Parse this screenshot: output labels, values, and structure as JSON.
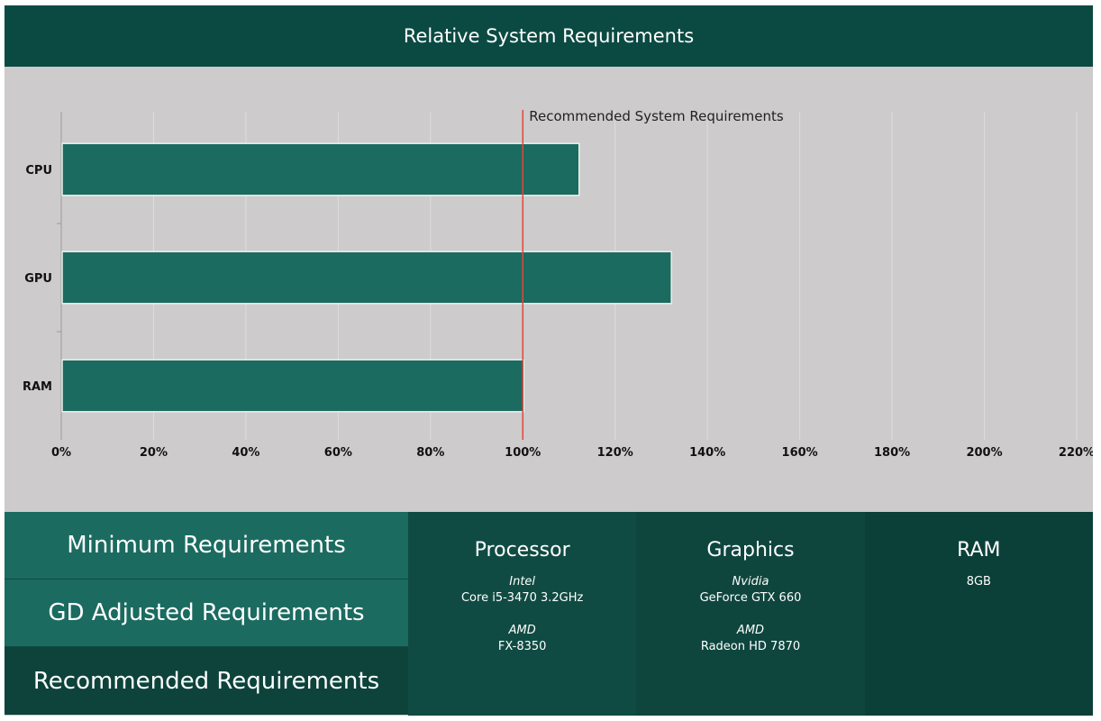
{
  "header": {
    "title": "Relative System Requirements"
  },
  "chart_data": {
    "type": "bar",
    "orientation": "horizontal",
    "title": "Relative System Requirements",
    "categories": [
      "CPU",
      "GPU",
      "RAM"
    ],
    "values": [
      112,
      132,
      100
    ],
    "xlim": [
      0,
      220
    ],
    "x_ticks": [
      0,
      20,
      40,
      60,
      80,
      100,
      120,
      140,
      160,
      180,
      200,
      220
    ],
    "x_tick_labels": [
      "0%",
      "20%",
      "40%",
      "60%",
      "80%",
      "100%",
      "120%",
      "140%",
      "160%",
      "180%",
      "200%",
      "220%"
    ],
    "grid": true,
    "bar_color": "#1b6b60",
    "reference_line": {
      "value": 100,
      "label": "Recommended System Requirements",
      "color": "#e0463c"
    }
  },
  "tabs": [
    {
      "label": "Minimum Requirements",
      "active": false
    },
    {
      "label": "GD Adjusted Requirements",
      "active": false
    },
    {
      "label": "Recommended Requirements",
      "active": true
    }
  ],
  "specs": {
    "processor": {
      "title": "Processor",
      "entries": [
        {
          "vendor": "Intel",
          "model": "Core i5-3470 3.2GHz"
        },
        {
          "vendor": "AMD",
          "model": "FX-8350"
        }
      ]
    },
    "graphics": {
      "title": "Graphics",
      "entries": [
        {
          "vendor": "Nvidia",
          "model": "GeForce GTX 660"
        },
        {
          "vendor": "AMD",
          "model": "Radeon HD 7870"
        }
      ]
    },
    "ram": {
      "title": "RAM",
      "value": "8GB"
    }
  },
  "colors": {
    "header_bg": "#0b4a42",
    "panel_bg": "#cdcbcc",
    "tab_light": "#1b6b60",
    "tab_dark": "#0d433b"
  }
}
